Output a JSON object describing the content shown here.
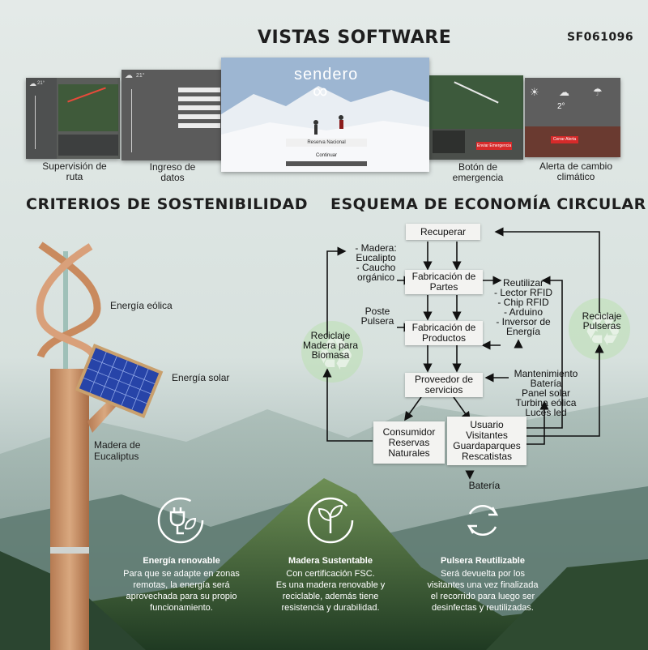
{
  "code": "SF061096",
  "header": {
    "title": "VISTAS SOFTWARE"
  },
  "screens": [
    {
      "caption": "Supervisión de\nruta",
      "temp": "21°"
    },
    {
      "caption": "Ingreso de\ndatos",
      "temp": "21°"
    },
    {
      "caption": "",
      "logo": "sendero",
      "field": "Reserva Nacional",
      "button": "Continuar"
    },
    {
      "caption": "Botón de\nemergencia",
      "button": "Enviar Emergencia"
    },
    {
      "caption": "Alerta de cambio\nclimático",
      "temp": "2°",
      "button": "Cerrar Alerta"
    }
  ],
  "sustainability": {
    "title": "CRITERIOS DE SOSTENIBILIDAD",
    "labels": {
      "wind": "Energía eólica",
      "solar": "Energía solar",
      "wood": "Madera de\nEucaliptus"
    }
  },
  "circular": {
    "title": "ESQUEMA DE ECONOMÍA CIRCULAR",
    "boxes": {
      "recuperar": "Recuperar",
      "partes": "Fabricación de\nPartes",
      "productos": "Fabricación de\nProductos",
      "proveedor": "Proveedor de\nservicios",
      "consumidor": "Consumidor\nReservas\nNaturales",
      "usuario": "Usuario\nVisitantes\nGuardaparques\nRescatistas"
    },
    "texts": {
      "madera": "- Madera:\nEucalipto\n- Caucho\norgánico",
      "poste": "Poste\nPulsera",
      "reutilizar": "Reutilizar\n- Lector RFID\n- Chip RFID\n- Arduino\n- Inversor de\nEnergía",
      "mantenimiento": "Mantenimiento\nBatería\nPanel solar\nTurbina eólica\nLuces led",
      "reciclaje_madera": "Reciclaje\nMadera para\nBiomasa",
      "reciclaje_pulseras": "Reciclaje\nPulseras",
      "bateria": "Batería"
    }
  },
  "features": [
    {
      "title": "Energía renovable",
      "text": "Para que se adapte en zonas\nremotas, la energía será\naprovechada para su propio\nfuncionamiento.",
      "icon": "plug-leaf-icon"
    },
    {
      "title": "Madera Sustentable",
      "text": "Con certificación FSC.\nEs una madera renovable y\nreciclable, además tiene\nresistencia y durabilidad.",
      "icon": "sprout-icon"
    },
    {
      "title": "Pulsera Reutilizable",
      "text": "Será devuelta por los\nvisitantes una vez finalizada\nel recorrido para luego ser\ndesinfectas y reutilizadas.",
      "icon": "recycle-arrows-icon"
    }
  ]
}
